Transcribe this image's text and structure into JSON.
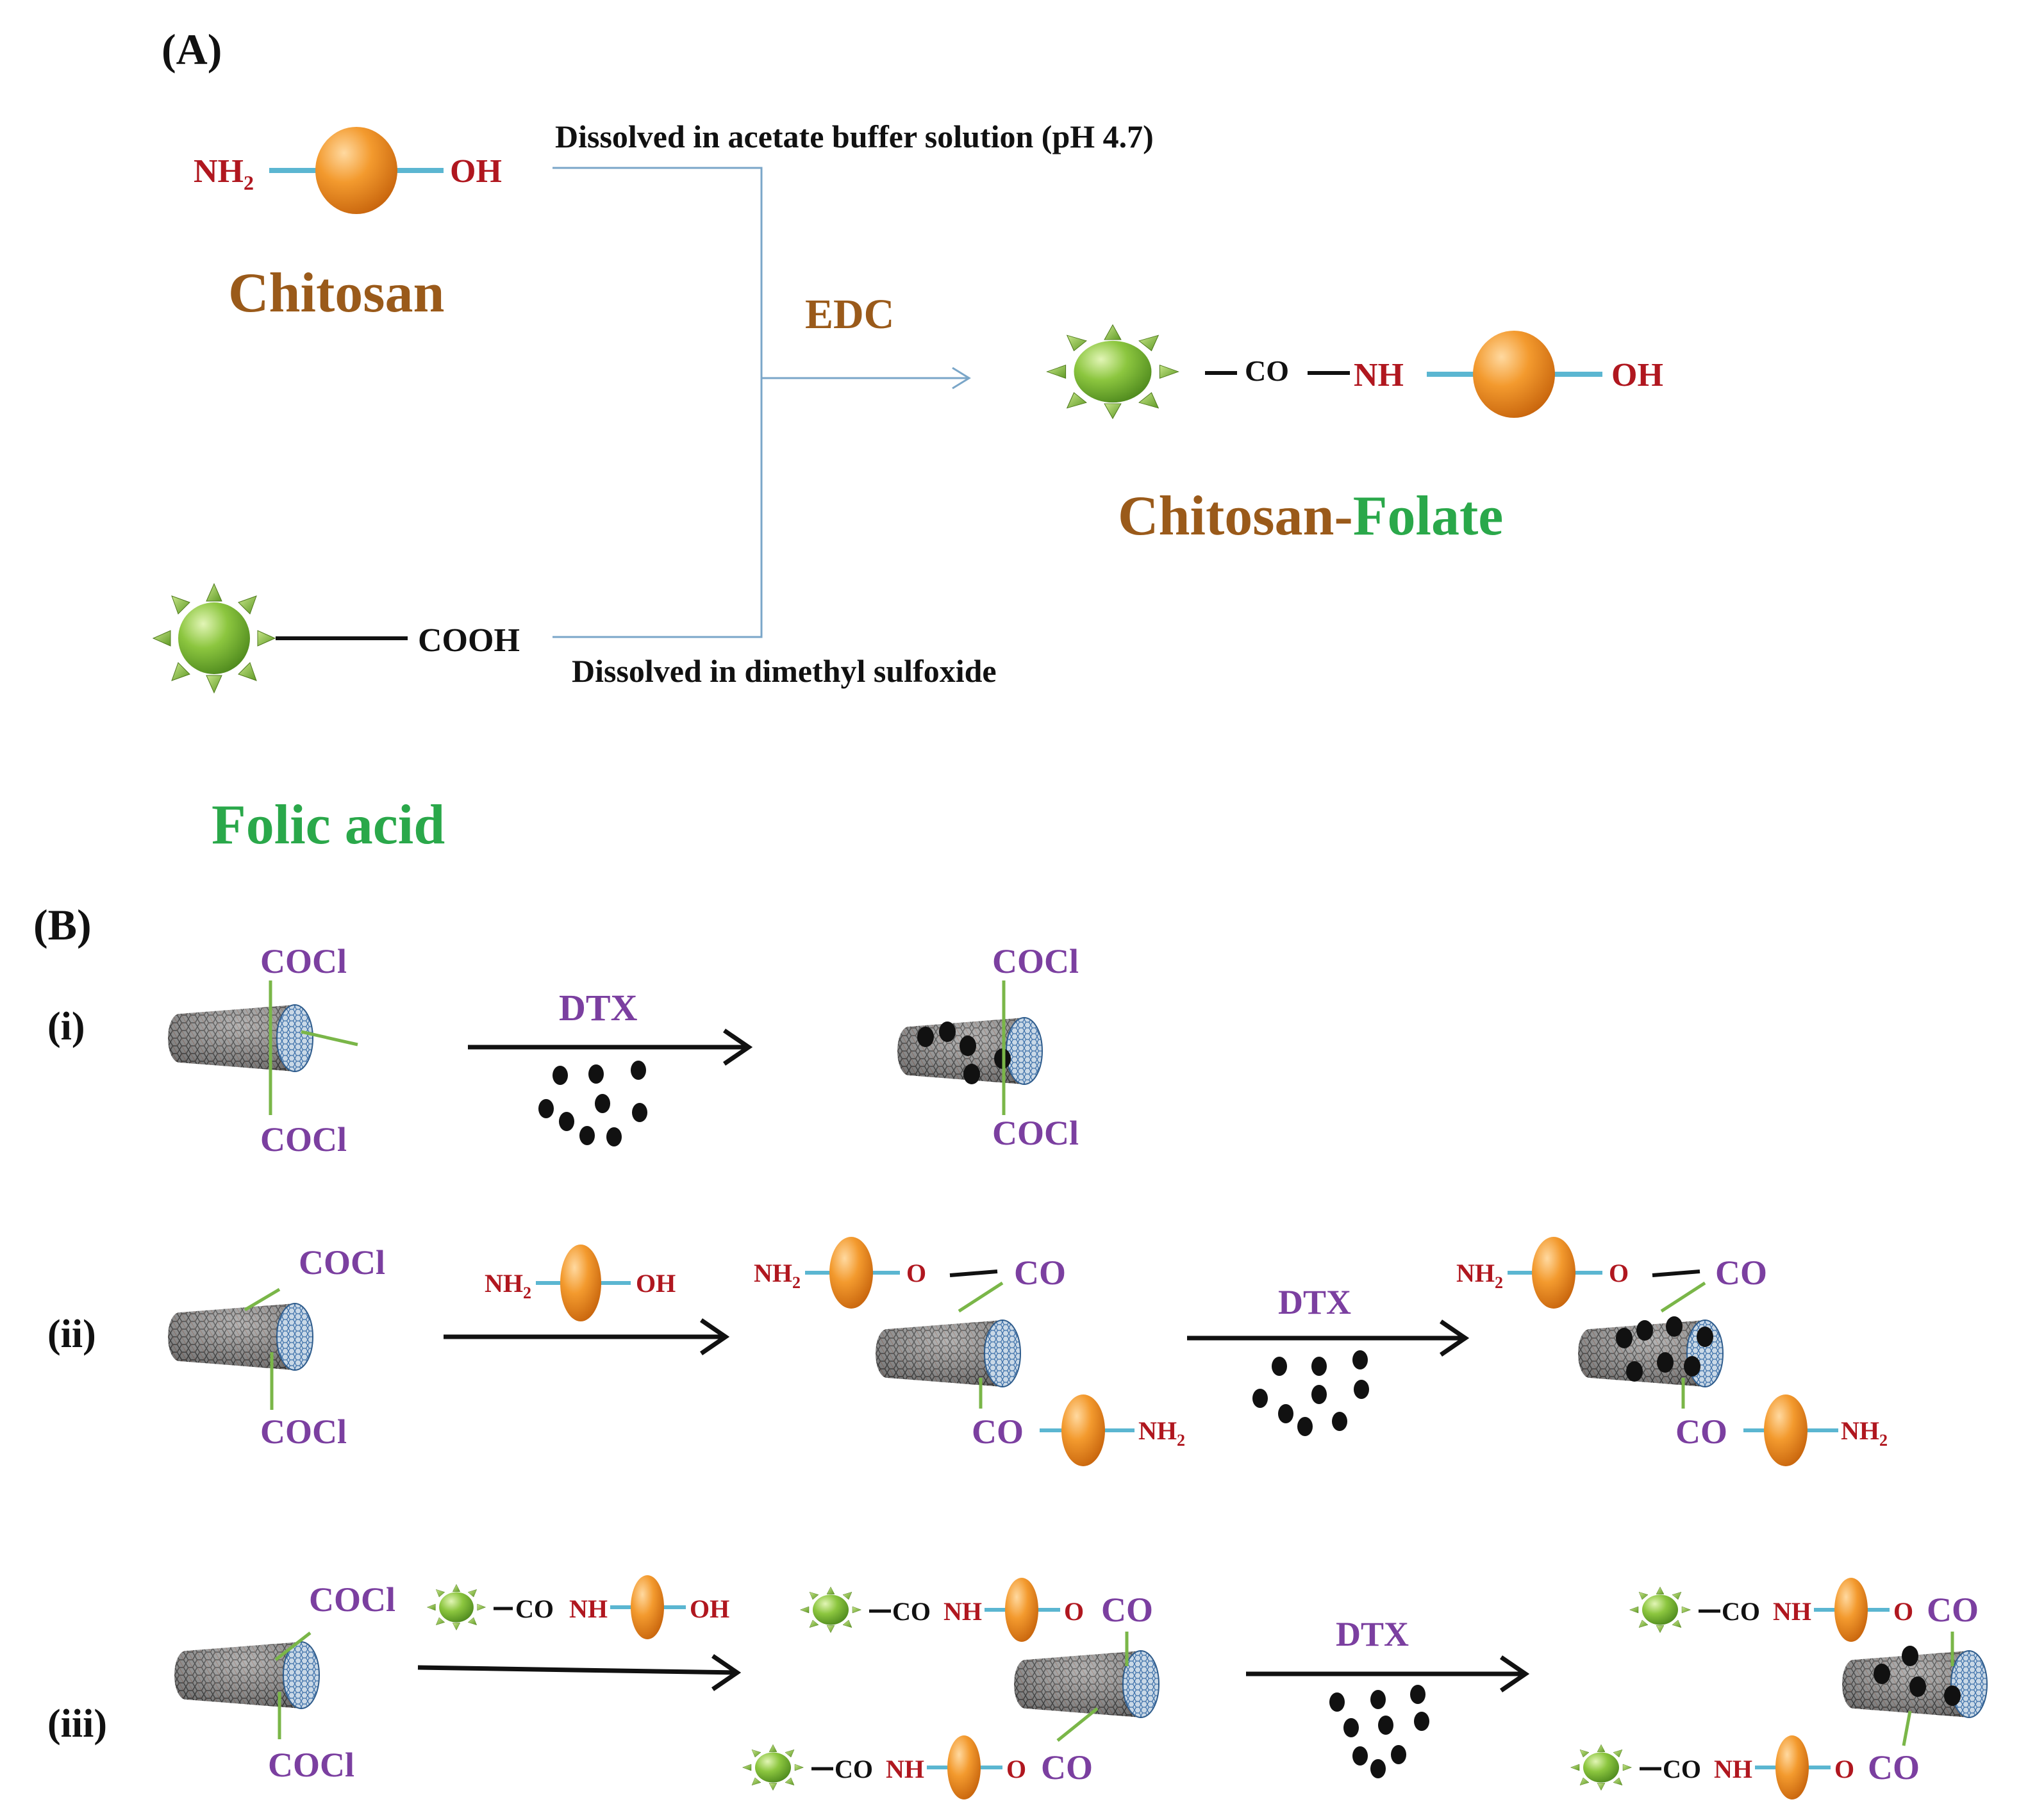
{
  "colors": {
    "chitosan": "#9a5a1a",
    "folate": "#2aa84a",
    "amine_red": "#b0171f",
    "purple": "#7b3fa0",
    "black": "#111111",
    "cyan_bond": "#5bb6d1",
    "flow_line": "#7aa6c8",
    "green_bond": "#7ab648",
    "bead_orange": "#f0902a",
    "sun_green": "#7ab83a"
  },
  "icons": {
    "chitosan_bead": "orange-bead-icon",
    "folate": "green-sun-icon",
    "nanotube": "carbon-nanotube-icon",
    "drug": "drug-particle-icon"
  },
  "panelA": {
    "label": "(A)",
    "chitosan": {
      "nh": "NH",
      "sub2": "2",
      "oh": "OH",
      "name": "Chitosan"
    },
    "folic": {
      "cooh": "COOH",
      "name": "Folic acid"
    },
    "cond_top": "Dissolved in acetate buffer solution (pH 4.7)",
    "cond_bottom": "Dissolved in dimethyl sulfoxide",
    "reagent": "EDC",
    "product": {
      "co": "CO",
      "nh": "NH",
      "oh": "OH",
      "name_part1": "Chitosan",
      "name_dash": "-",
      "name_part2": "Folate"
    }
  },
  "panelB": {
    "label": "(B)",
    "rows": {
      "i": {
        "roman": "(i)",
        "cocl": "COCl",
        "drug": "DTX"
      },
      "ii": {
        "roman": "(ii)",
        "cocl": "COCl",
        "nh": "NH",
        "sub2": "2",
        "oh": "OH",
        "o": "O",
        "co": "CO",
        "drug": "DTX"
      },
      "iii": {
        "roman": "(iii)",
        "cocl": "COCl",
        "co": "CO",
        "nh": "NH",
        "oh": "OH",
        "o": "O",
        "drug": "DTX"
      }
    }
  }
}
